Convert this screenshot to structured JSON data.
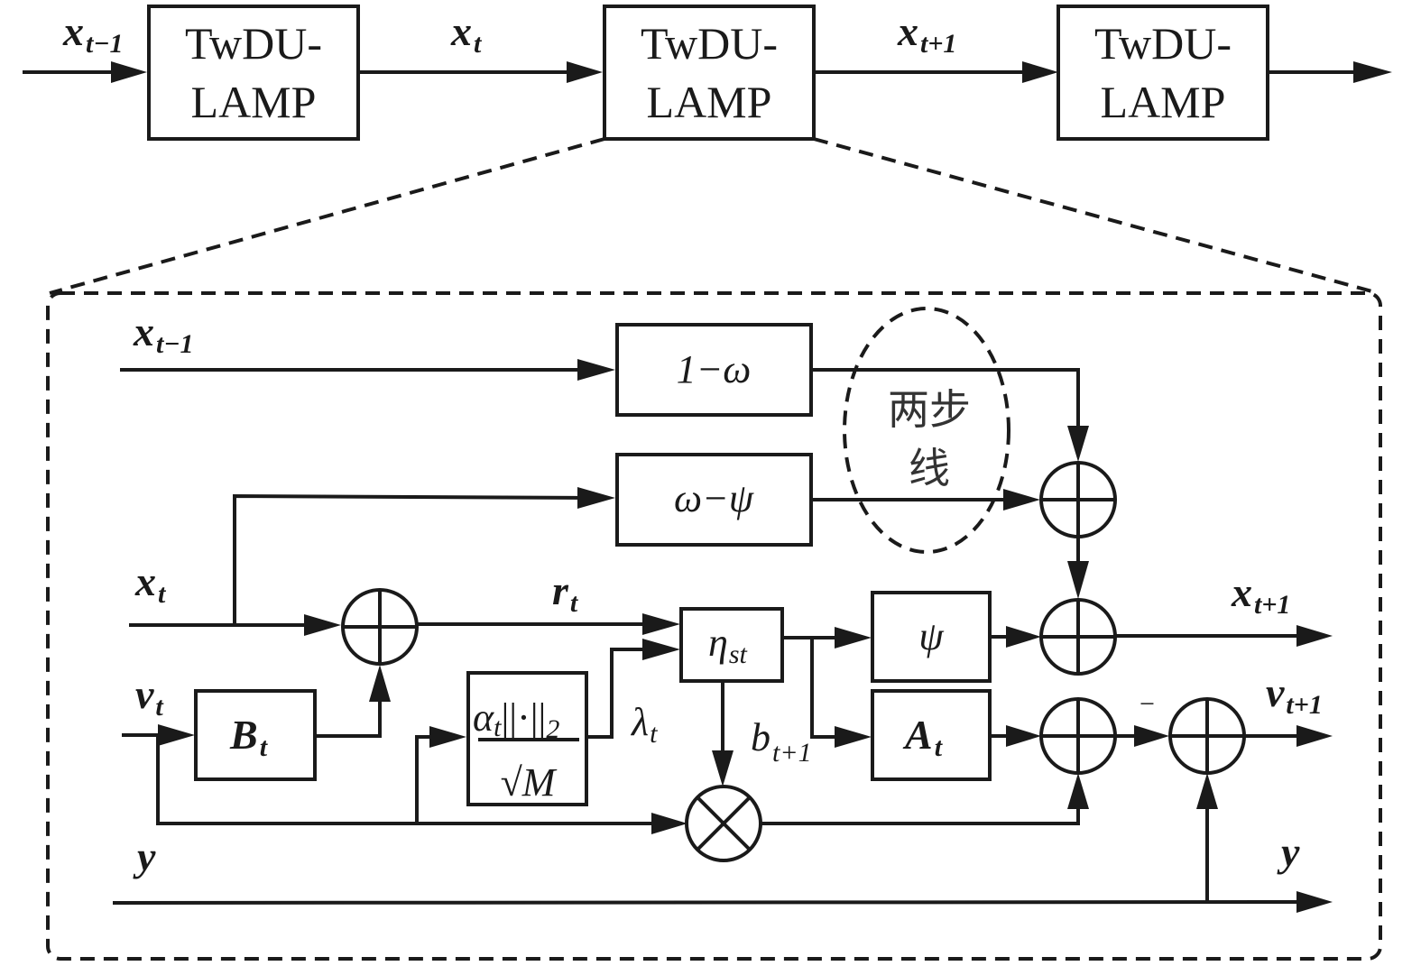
{
  "top_chain": {
    "blocks": [
      {
        "line1": "TwDU-",
        "line2": "LAMP"
      },
      {
        "line1": "TwDU-",
        "line2": "LAMP"
      },
      {
        "line1": "TwDU-",
        "line2": "LAMP"
      }
    ],
    "labels": {
      "in": {
        "base": "x",
        "sub": "t−1"
      },
      "mid1": {
        "base": "x",
        "sub": "t"
      },
      "mid2": {
        "base": "x",
        "sub": "t+1"
      }
    }
  },
  "detail": {
    "inputs": {
      "x_prev": {
        "base": "x",
        "sub": "t−1"
      },
      "x_t": {
        "base": "x",
        "sub": "t"
      },
      "v_t": {
        "base": "v",
        "sub": "t"
      },
      "y": {
        "base": "y"
      }
    },
    "outputs": {
      "x_next": {
        "base": "x",
        "sub": "t+1"
      },
      "v_next": {
        "base": "v",
        "sub": "t+1"
      },
      "y": {
        "base": "y"
      }
    },
    "blocks": {
      "one_minus_omega": "1−ω",
      "omega_minus_psi": "ω−ψ",
      "B_t": {
        "base": "B",
        "sub": "t"
      },
      "eta_st": {
        "base": "η",
        "sub": "st"
      },
      "psi": "ψ",
      "A_t": {
        "base": "A",
        "sub": "t"
      },
      "norm_block": {
        "numerator_base": "α",
        "numerator_sub": "t",
        "numerator_rest": "||·||",
        "numerator_sub2": "2",
        "denominator": "√M"
      }
    },
    "signal_labels": {
      "r_t": {
        "base": "r",
        "sub": "t"
      },
      "lambda_t": {
        "base": "λ",
        "sub": "t"
      },
      "b_next": {
        "base": "b",
        "sub": "t+1"
      },
      "minus_sign": "−"
    },
    "annotation": {
      "line1": "两步",
      "line2": "线"
    }
  }
}
